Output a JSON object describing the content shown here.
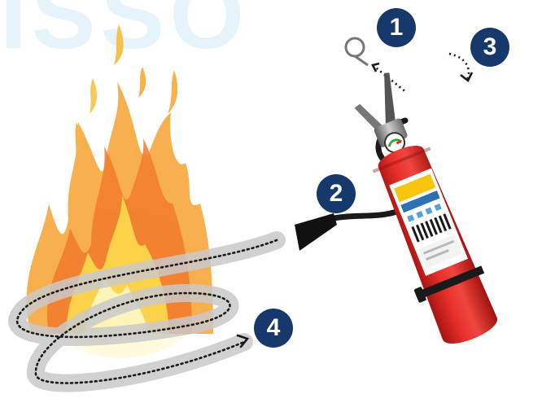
{
  "watermark": {
    "text": "ISSO"
  },
  "steps": [
    {
      "number": "1",
      "meaning": "pull-pin"
    },
    {
      "number": "2",
      "meaning": "aim-nozzle"
    },
    {
      "number": "3",
      "meaning": "squeeze-handle"
    },
    {
      "number": "4",
      "meaning": "sweep"
    }
  ],
  "colors": {
    "badge": "#17386b",
    "extinguisher_red": "#d9211d",
    "flame_outer": "#f39c3a",
    "flame_inner": "#fde98a",
    "sweep_band": "#c9c9c9",
    "watermark": "#e6f3fa"
  },
  "icons": [
    "fire-icon",
    "fire-extinguisher-icon",
    "safety-pin-icon",
    "hose-icon",
    "sweep-motion-arrow"
  ]
}
